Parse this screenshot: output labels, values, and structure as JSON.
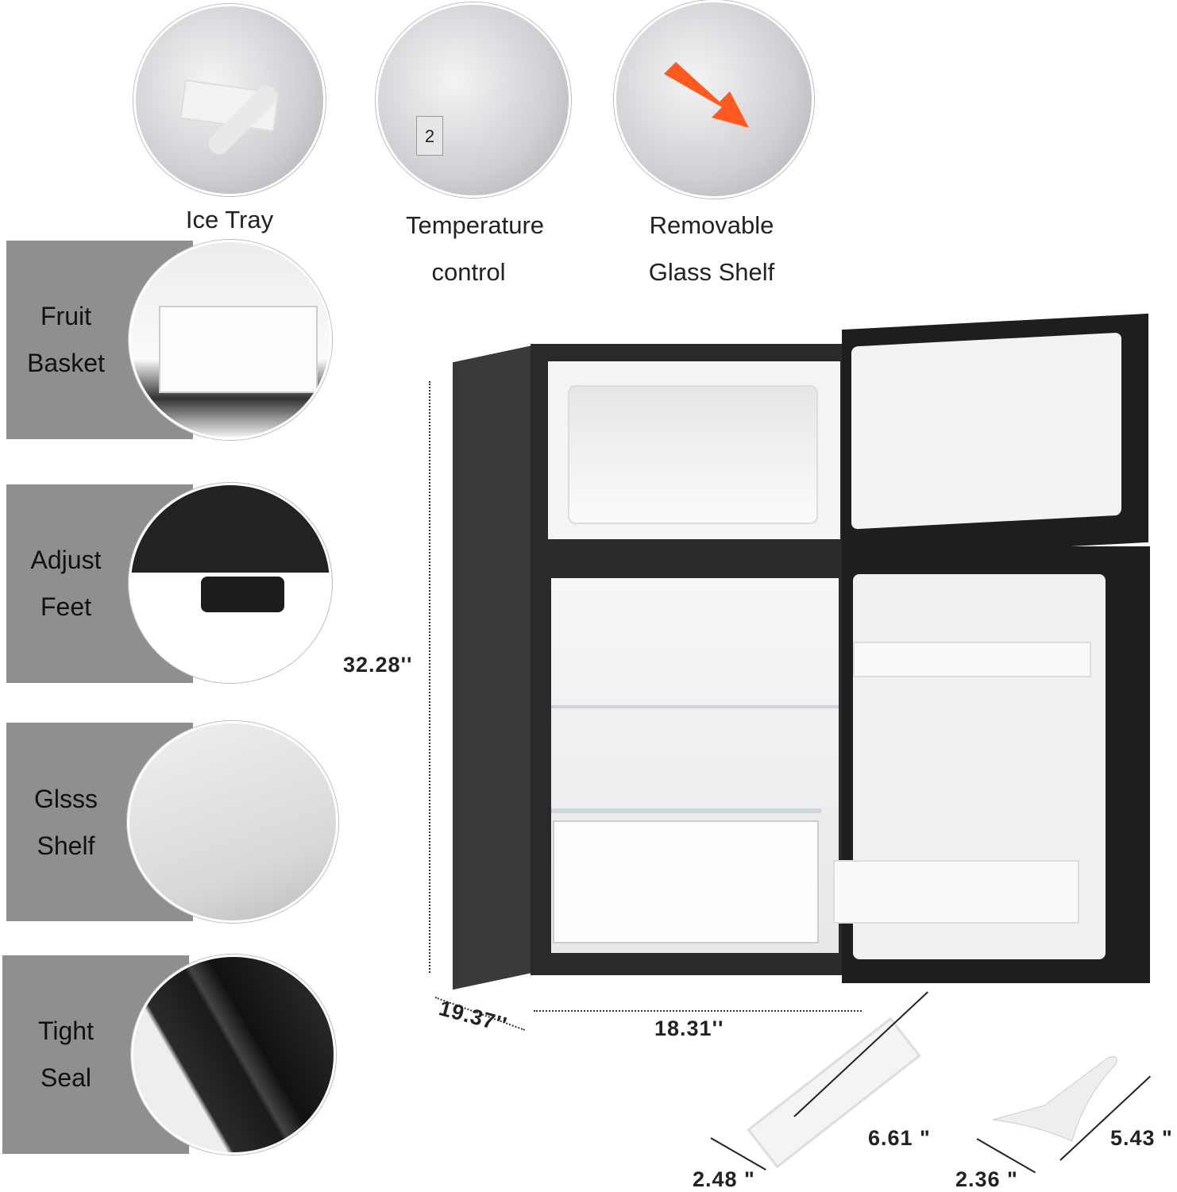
{
  "features_top": [
    {
      "label_lines": [
        "Ice Tray"
      ]
    },
    {
      "label_lines": [
        "Temperature",
        "control"
      ],
      "dial_value": "2"
    },
    {
      "label_lines": [
        "Removable",
        "Glass Shelf"
      ]
    }
  ],
  "features_left": [
    {
      "label_lines": [
        "Fruit",
        "Basket"
      ]
    },
    {
      "label_lines": [
        "Adjust",
        "Feet"
      ]
    },
    {
      "label_lines": [
        "Glsss",
        "Shelf"
      ]
    },
    {
      "label_lines": [
        "Tight",
        "Seal"
      ]
    }
  ],
  "dimensions": {
    "height": "32.28''",
    "depth": "19.37''",
    "width": "18.31''"
  },
  "accessories": {
    "ice_tray": {
      "length": "6.61 \"",
      "width": "2.48 \""
    },
    "scraper": {
      "length": "5.43 \"",
      "width": "2.36 \""
    }
  },
  "colors": {
    "panel_gray": "#8f8f8f",
    "fridge_body": "#2a2a2c",
    "arrow": "#ff5a1f"
  }
}
